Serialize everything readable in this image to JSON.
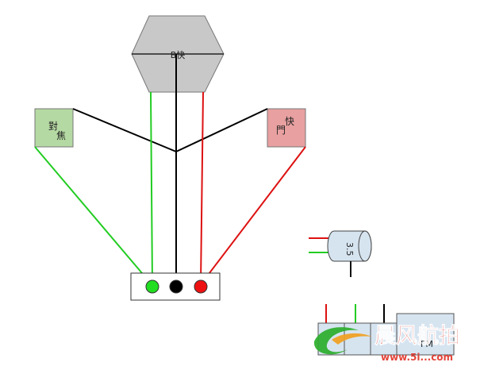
{
  "diagram": {
    "hexagon_label": "B快",
    "focus_box_label_1": "對",
    "focus_box_label_2": "焦",
    "shutter_box_label_1": "快",
    "shutter_box_label_2": "門",
    "jack_label": "3.5",
    "bottom_box_text": "FM"
  },
  "watermark": {
    "brand": "晨风航拍",
    "url": "www.5i...com"
  },
  "colors": {
    "hexagon_fill": "#c8c8c8",
    "focus_box_fill": "#b5d9a3",
    "shutter_box_fill": "#e8a0a0",
    "jack_fill": "#d6e4f0",
    "green_wire": "#22cc22",
    "red_wire": "#dd1111",
    "black_wire": "#000000"
  }
}
